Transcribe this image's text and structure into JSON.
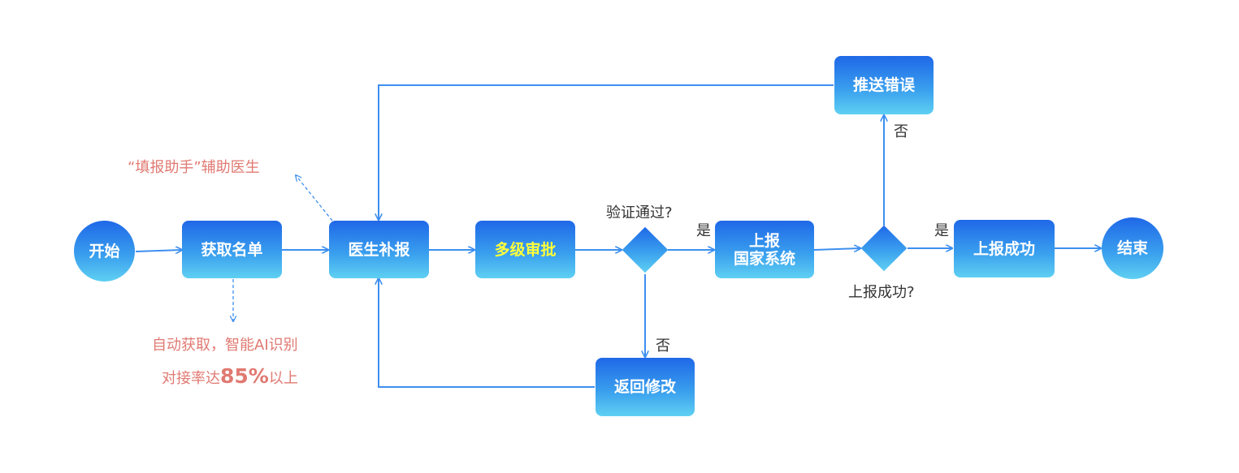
{
  "nodes": {
    "start": "开始",
    "get_list": "获取名单",
    "doctor_report": "医生补报",
    "multi_approval": "多级审批",
    "report_system_line1": "上报",
    "report_system_line2": "国家系统",
    "push_error": "推送错误",
    "report_success": "上报成功",
    "end": "结束",
    "return_edit": "返回修改"
  },
  "decisions": {
    "verify": "验证通过?",
    "report_ok": "上报成功?"
  },
  "edge_labels": {
    "verify_yes": "是",
    "verify_no": "否",
    "report_yes": "是",
    "report_no": "否"
  },
  "notes": {
    "assistant": "“填报助手”辅助医生",
    "auto_line1": "自动获取，智能AI识别",
    "auto_line2_prefix": "对接率达",
    "auto_line2_value": "85%",
    "auto_line2_suffix": "以上"
  },
  "colors": {
    "node_top": "#1f68e8",
    "node_mid": "#3aa0ee",
    "node_bottom": "#5fd0f2",
    "arrow": "#3d8ff0",
    "note_text": "#e07a72",
    "highlight_text": "#ffff3a",
    "label_text": "#333333"
  }
}
